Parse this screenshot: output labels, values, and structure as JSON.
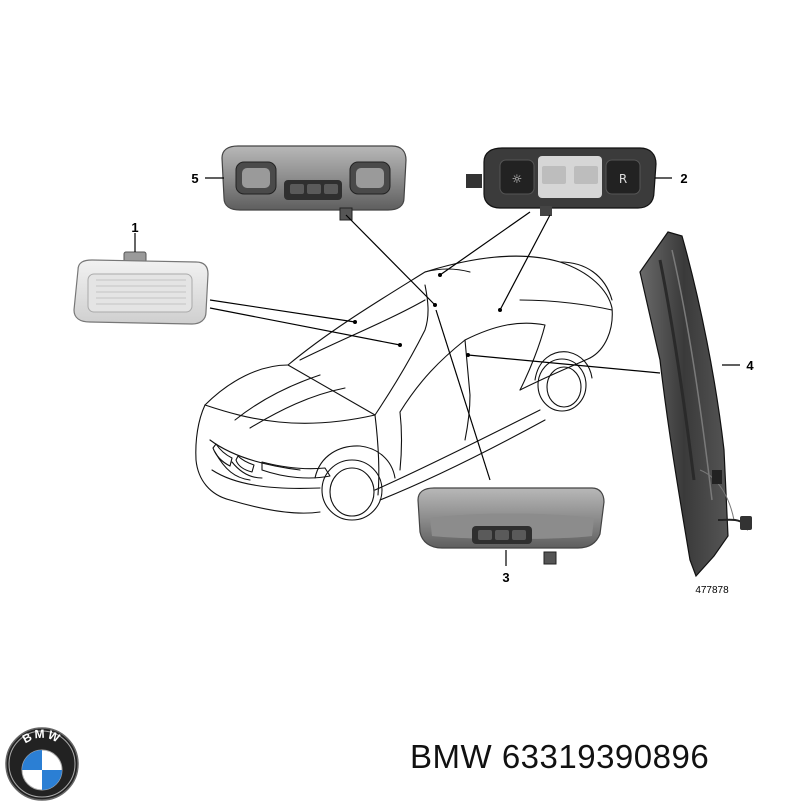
{
  "diagram": {
    "callouts": [
      {
        "id": "1",
        "label": "1"
      },
      {
        "id": "2",
        "label": "2"
      },
      {
        "id": "3",
        "label": "3"
      },
      {
        "id": "4",
        "label": "4"
      },
      {
        "id": "5",
        "label": "5"
      }
    ],
    "drawing_number": "477878"
  },
  "logo": {
    "text": "BMW"
  },
  "footer": {
    "brand": "BMW",
    "part_number": "63319390896",
    "caption": "BMW 63319390896"
  }
}
